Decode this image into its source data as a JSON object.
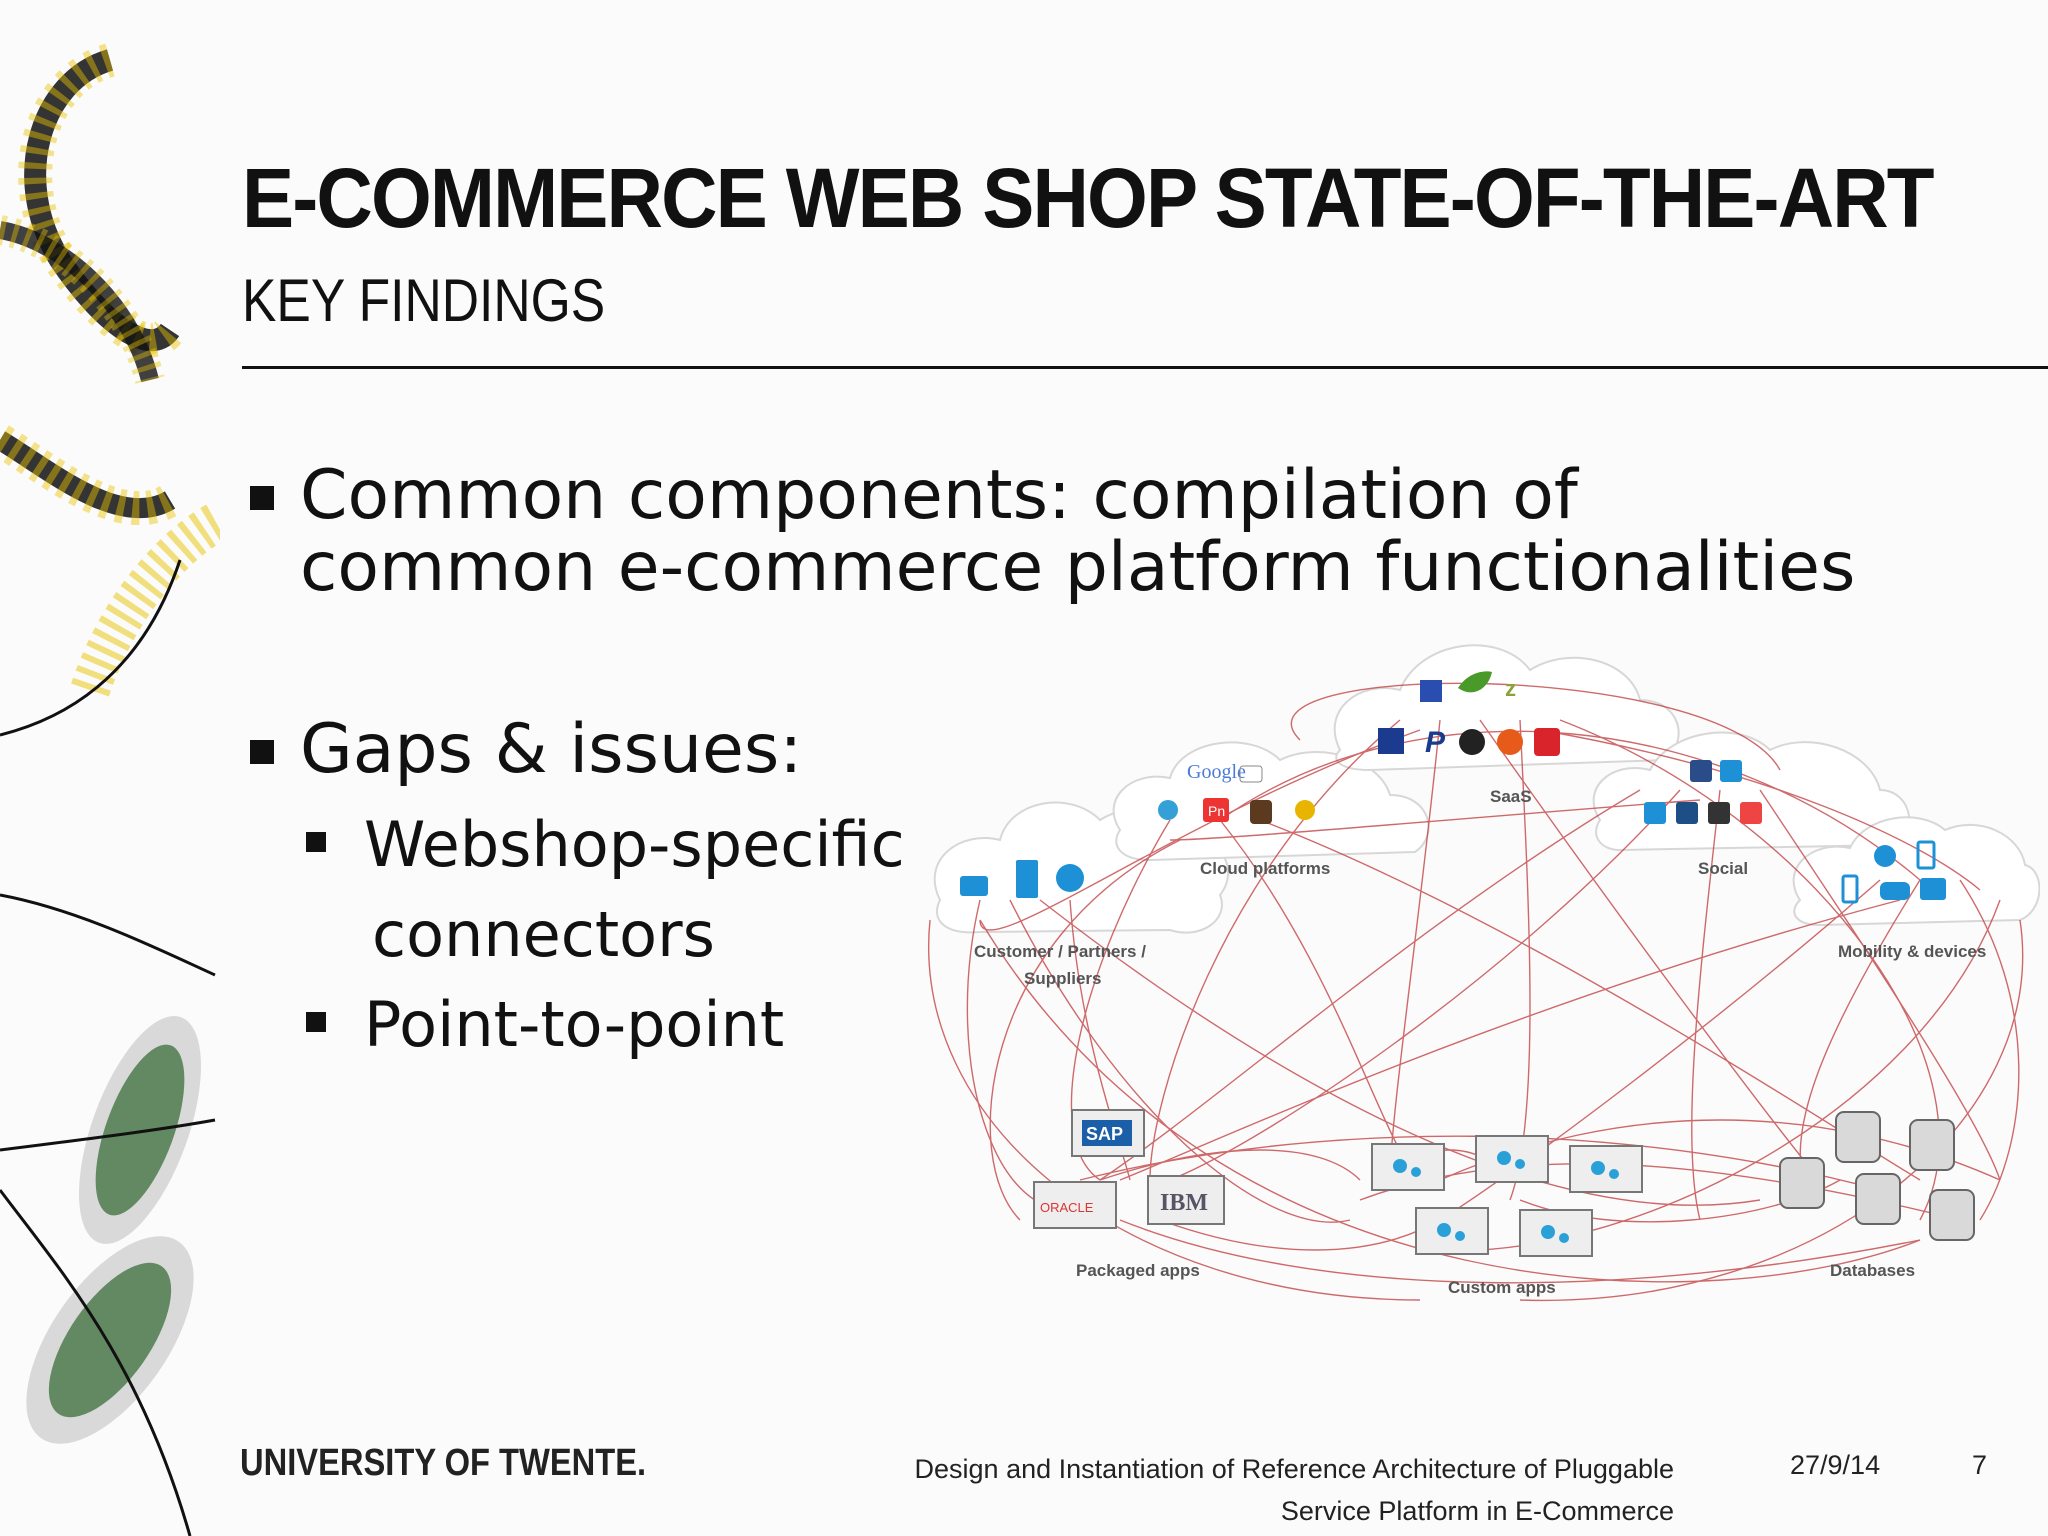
{
  "slide": {
    "title": "E-COMMERCE WEB SHOP STATE-OF-THE-ART",
    "subtitle": "KEY FINDINGS",
    "bullets": [
      {
        "line1": "Common components: compilation of",
        "line2": "common e-commerce platform functionalities"
      },
      {
        "line1": "Gaps & issues:"
      }
    ],
    "sub_bullets": [
      {
        "line1": "Webshop-specific",
        "line2": "connectors"
      },
      {
        "line1": "Point-to-point"
      }
    ]
  },
  "figure": {
    "labels": {
      "saas": "SaaS",
      "cloud": "Cloud platforms",
      "social": "Social",
      "customers_1": "Customer / Partners /",
      "customers_2": "Suppliers",
      "mobility": "Mobility & devices",
      "packaged": "Packaged apps",
      "custom": "Custom apps",
      "databases": "Databases"
    },
    "logos": {
      "google": "Google",
      "sap": "SAP",
      "oracle": "ORACLE",
      "ibm": "IBM",
      "pn": "Pn"
    },
    "colors": {
      "connection": "#c0393b",
      "icon_blue": "#1e90d6"
    }
  },
  "footer": {
    "brand": "UNIVERSITY OF TWENTE.",
    "title_line1": "Design and Instantiation of Reference Architecture of Pluggable",
    "title_line2": "Service Platform in E-Commerce",
    "date": "27/9/14",
    "page": "7"
  }
}
